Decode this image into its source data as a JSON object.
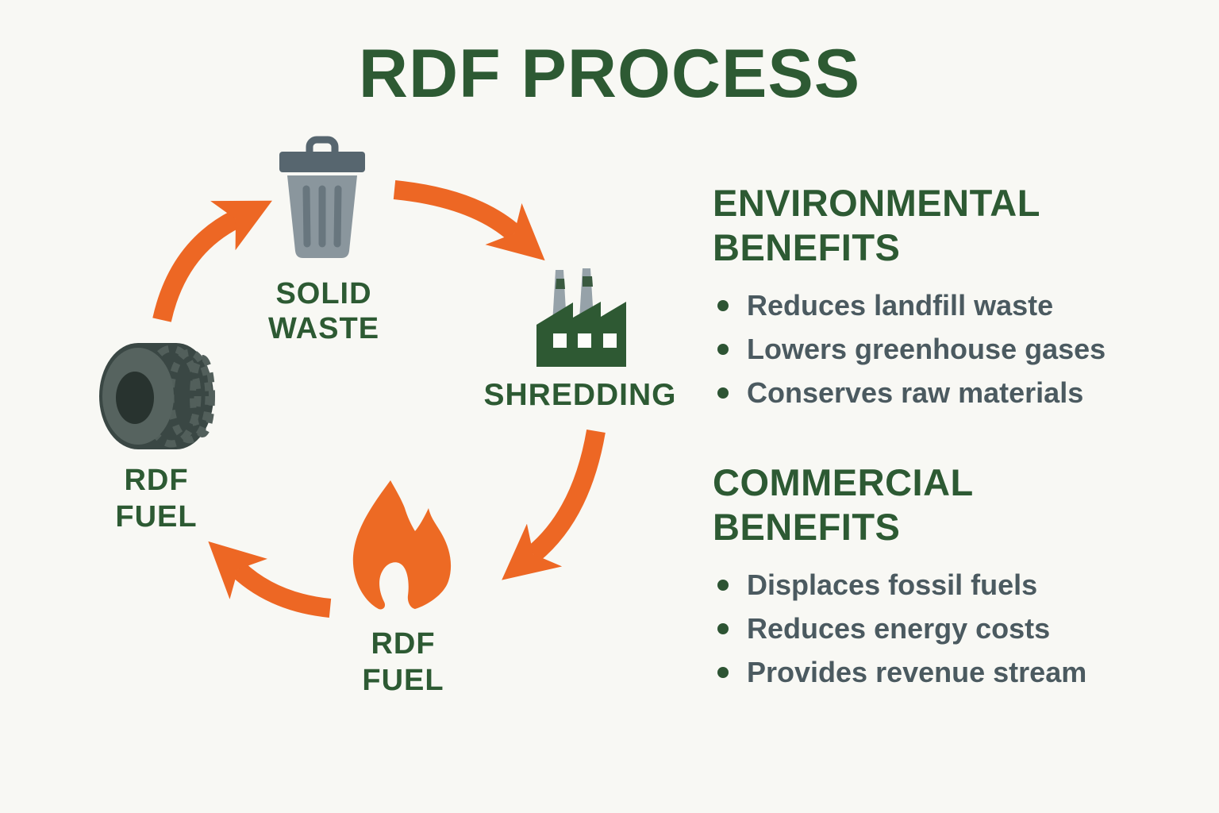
{
  "title": "RDF PROCESS",
  "palette": {
    "heading_green": "#2d5a33",
    "body_text": "#4b5a60",
    "arrow_orange": "#ed6724",
    "trash_gray": "#8a969d",
    "trash_lid_gray": "#57666f",
    "factory_green": "#2e5933",
    "tire_dark": "#3a4744",
    "background": "#f8f8f4"
  },
  "cycle": {
    "nodes": [
      {
        "id": "solid-waste",
        "icon": "trash-icon",
        "label": "SOLID\nWASTE"
      },
      {
        "id": "shredding",
        "icon": "factory-icon",
        "label": "SHREDDING"
      },
      {
        "id": "rdf-fuel-flame",
        "icon": "flame-icon",
        "label": "RDF\nFUEL"
      },
      {
        "id": "rdf-fuel-tire",
        "icon": "tire-icon",
        "label": "RDF\nFUEL"
      }
    ]
  },
  "sections": [
    {
      "id": "environmental",
      "heading": "ENVIRONMENTAL BENEFITS",
      "items": [
        "Reduces landfill waste",
        "Lowers greenhouse gases",
        "Conserves raw materials"
      ]
    },
    {
      "id": "commercial",
      "heading": "COMMERCIAL BENEFITS",
      "items": [
        "Displaces fossil fuels",
        "Reduces energy costs",
        "Provides revenue stream"
      ]
    }
  ]
}
